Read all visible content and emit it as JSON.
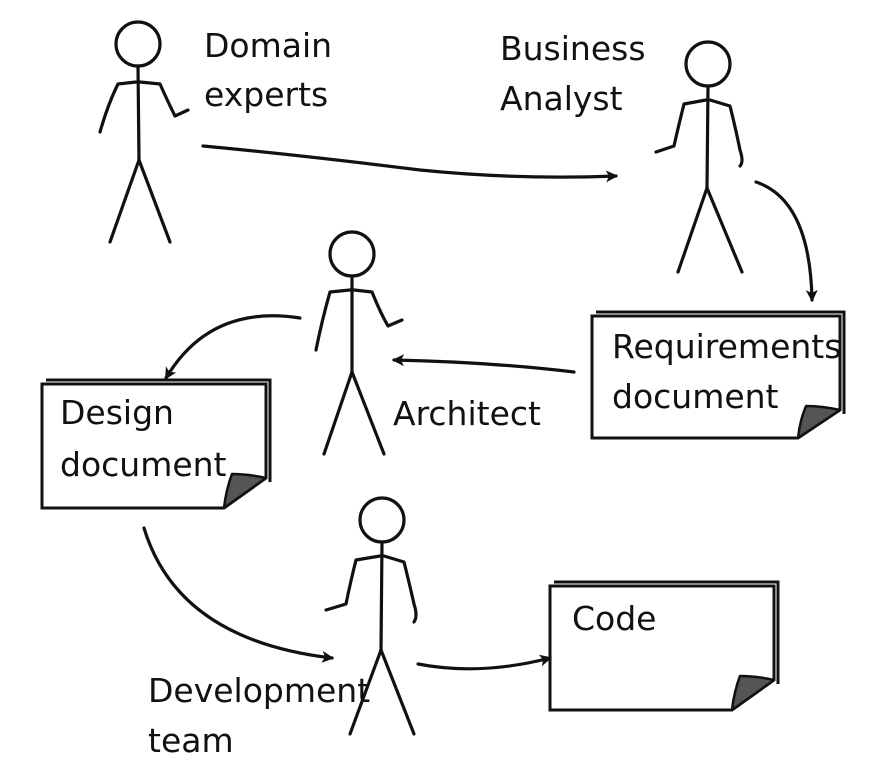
{
  "actors": {
    "domain_experts": [
      "Domain",
      "experts"
    ],
    "business_analyst": [
      "Business",
      "Analyst"
    ],
    "architect": [
      "Architect"
    ],
    "development_team": [
      "Development",
      "team"
    ]
  },
  "documents": {
    "requirements": [
      "Requirements",
      "document"
    ],
    "design": [
      "Design",
      "document"
    ],
    "code": [
      "Code"
    ]
  }
}
